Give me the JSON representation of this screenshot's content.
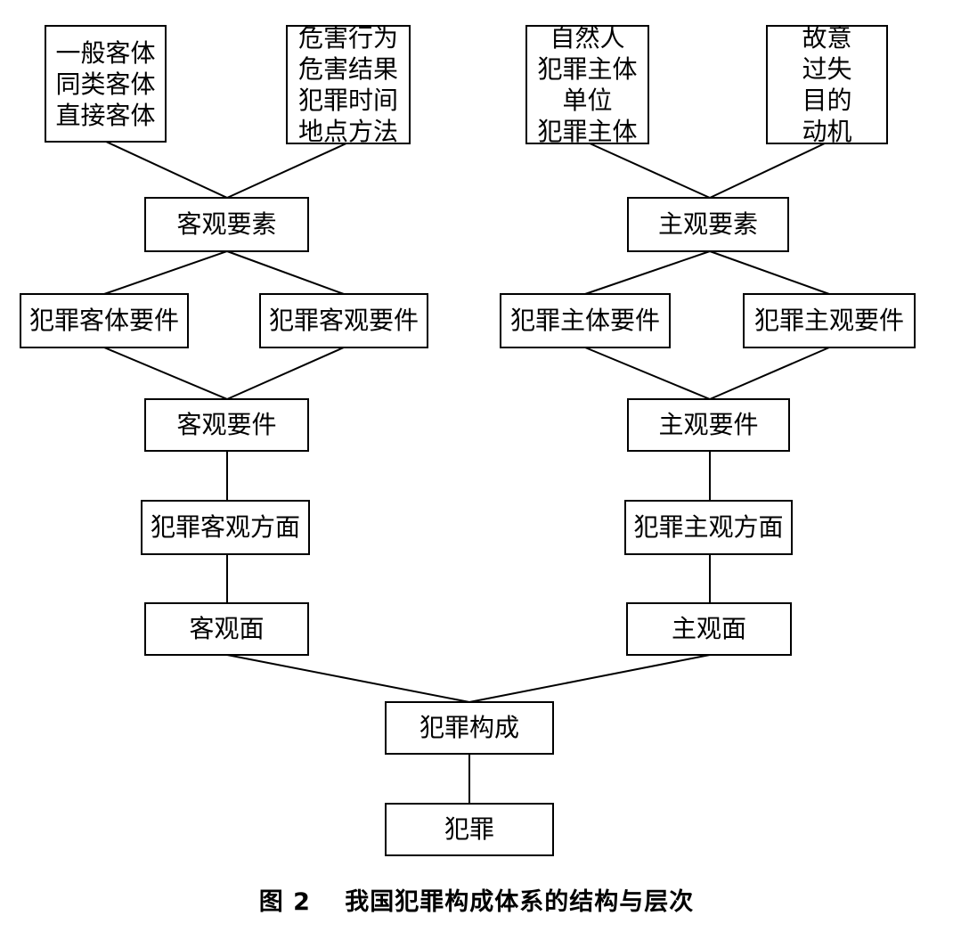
{
  "diagram": {
    "nodes": {
      "obj_objects": [
        "一般客体",
        "同类客体",
        "直接客体"
      ],
      "obj_conduct": [
        "危害行为",
        "危害结果",
        "犯罪时间",
        "地点方法"
      ],
      "subj_subjects": [
        "自然人",
        "犯罪主体",
        "单位",
        "犯罪主体"
      ],
      "subj_intent": [
        "故意",
        "过失",
        "目的",
        "动机"
      ],
      "obj_elements": "客观要素",
      "subj_elements": "主观要素",
      "crime_object_requirement": "犯罪客体要件",
      "crime_objective_requirement": "犯罪客观要件",
      "crime_subject_requirement": "犯罪主体要件",
      "crime_subjective_requirement": "犯罪主观要件",
      "objective_requirement": "客观要件",
      "subjective_requirement": "主观要件",
      "crime_objective_aspect": "犯罪客观方面",
      "crime_subjective_aspect": "犯罪主观方面",
      "objective_face": "客观面",
      "subjective_face": "主观面",
      "crime_constitution": "犯罪构成",
      "crime": "犯罪"
    },
    "caption": "图 2　 我国犯罪构成体系的结构与层次"
  }
}
